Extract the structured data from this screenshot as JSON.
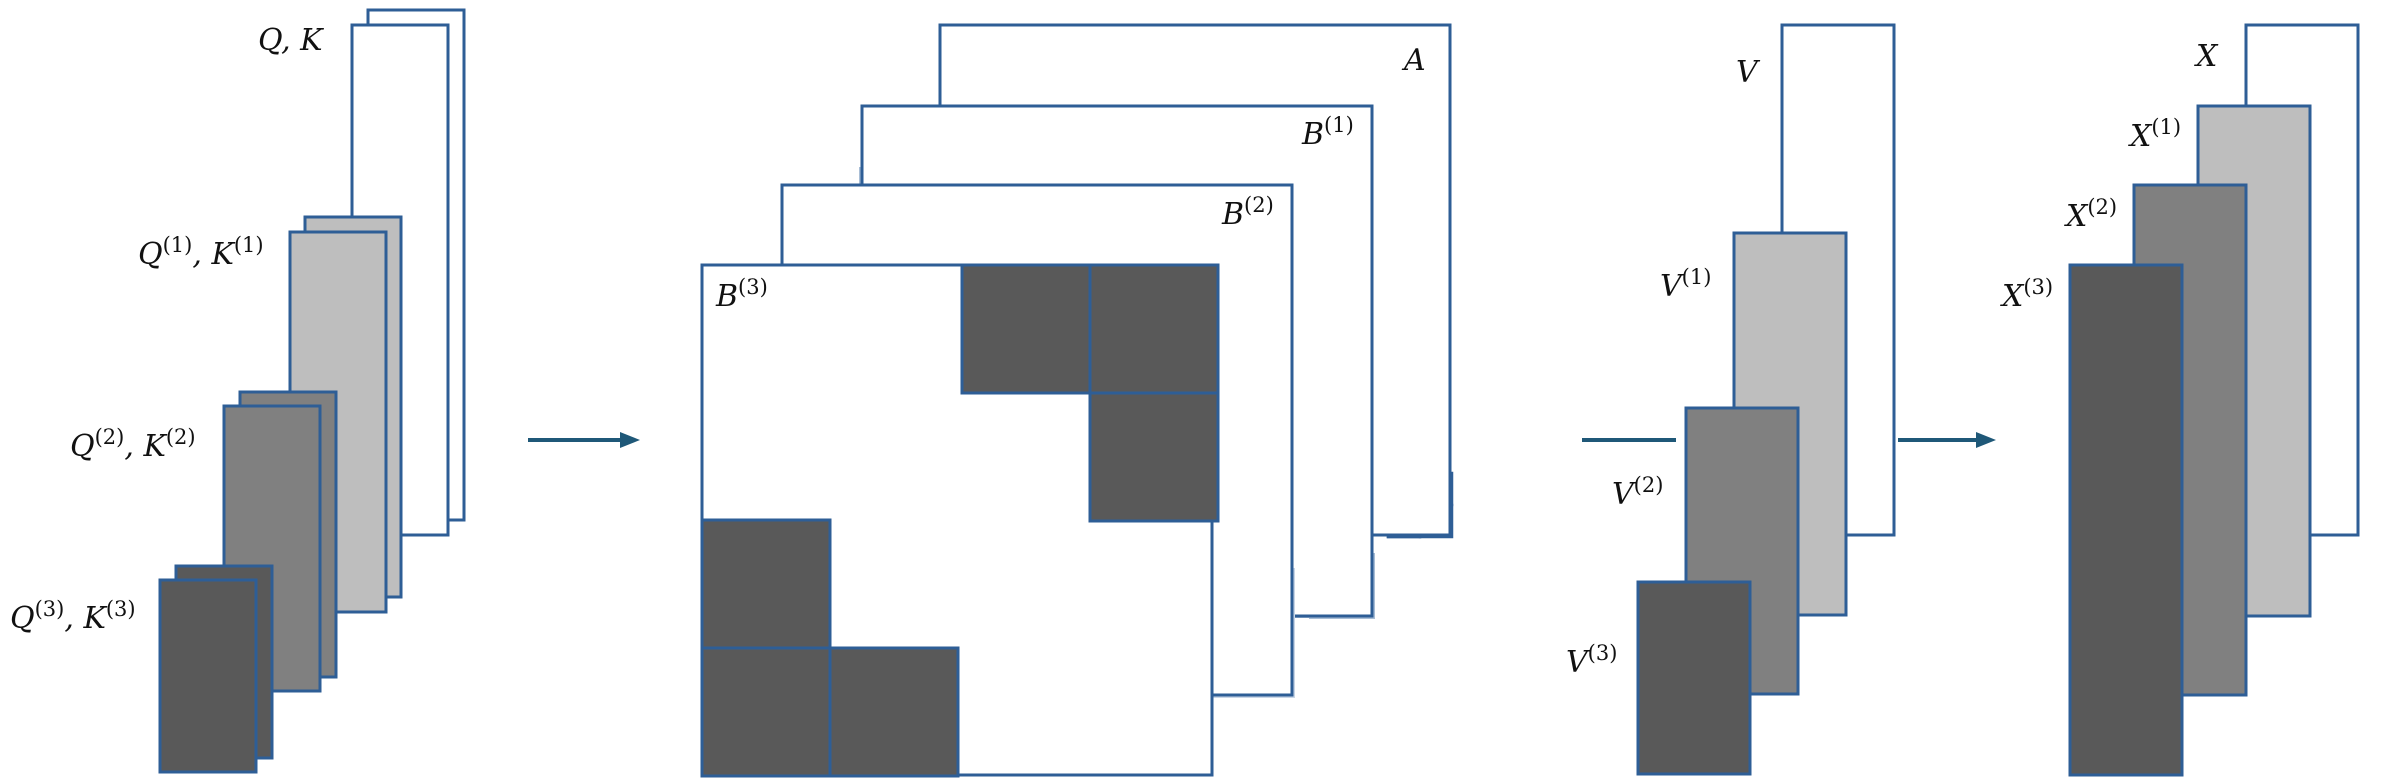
{
  "colors": {
    "outline": "#2E5E96",
    "outline_light": "#6F91B8",
    "outline_faint": "#A9BED6",
    "outline_ghost": "#C9D6E6",
    "arrow": "#1F5878",
    "shade_light": "#BEBEBE",
    "shade_mid": "#808080",
    "shade_dark": "#595959",
    "shade_ghost": "#E2E4E7",
    "background": "#FFFFFF"
  },
  "labels": {
    "qk": "Q, K",
    "qk1": {
      "base1": "Q",
      "sup1": "(1)",
      "sep": ", ",
      "base2": "K",
      "sup2": "(1)"
    },
    "qk2": {
      "base1": "Q",
      "sup1": "(2)",
      "sep": ", ",
      "base2": "K",
      "sup2": "(2)"
    },
    "qk3": {
      "base1": "Q",
      "sup1": "(3)",
      "sep": ", ",
      "base2": "K",
      "sup2": "(3)"
    },
    "a": "A",
    "b1": {
      "base": "B",
      "sup": "(1)"
    },
    "b2": {
      "base": "B",
      "sup": "(2)"
    },
    "b3": {
      "base": "B",
      "sup": "(3)"
    },
    "v": "V",
    "v1": {
      "base": "V",
      "sup": "(1)"
    },
    "v2": {
      "base": "V",
      "sup": "(2)"
    },
    "v3": {
      "base": "V",
      "sup": "(3)"
    },
    "x": "X",
    "x1": {
      "base": "X",
      "sup": "(1)"
    },
    "x2": {
      "base": "X",
      "sup": "(2)"
    },
    "x3": {
      "base": "X",
      "sup": "(3)"
    }
  }
}
